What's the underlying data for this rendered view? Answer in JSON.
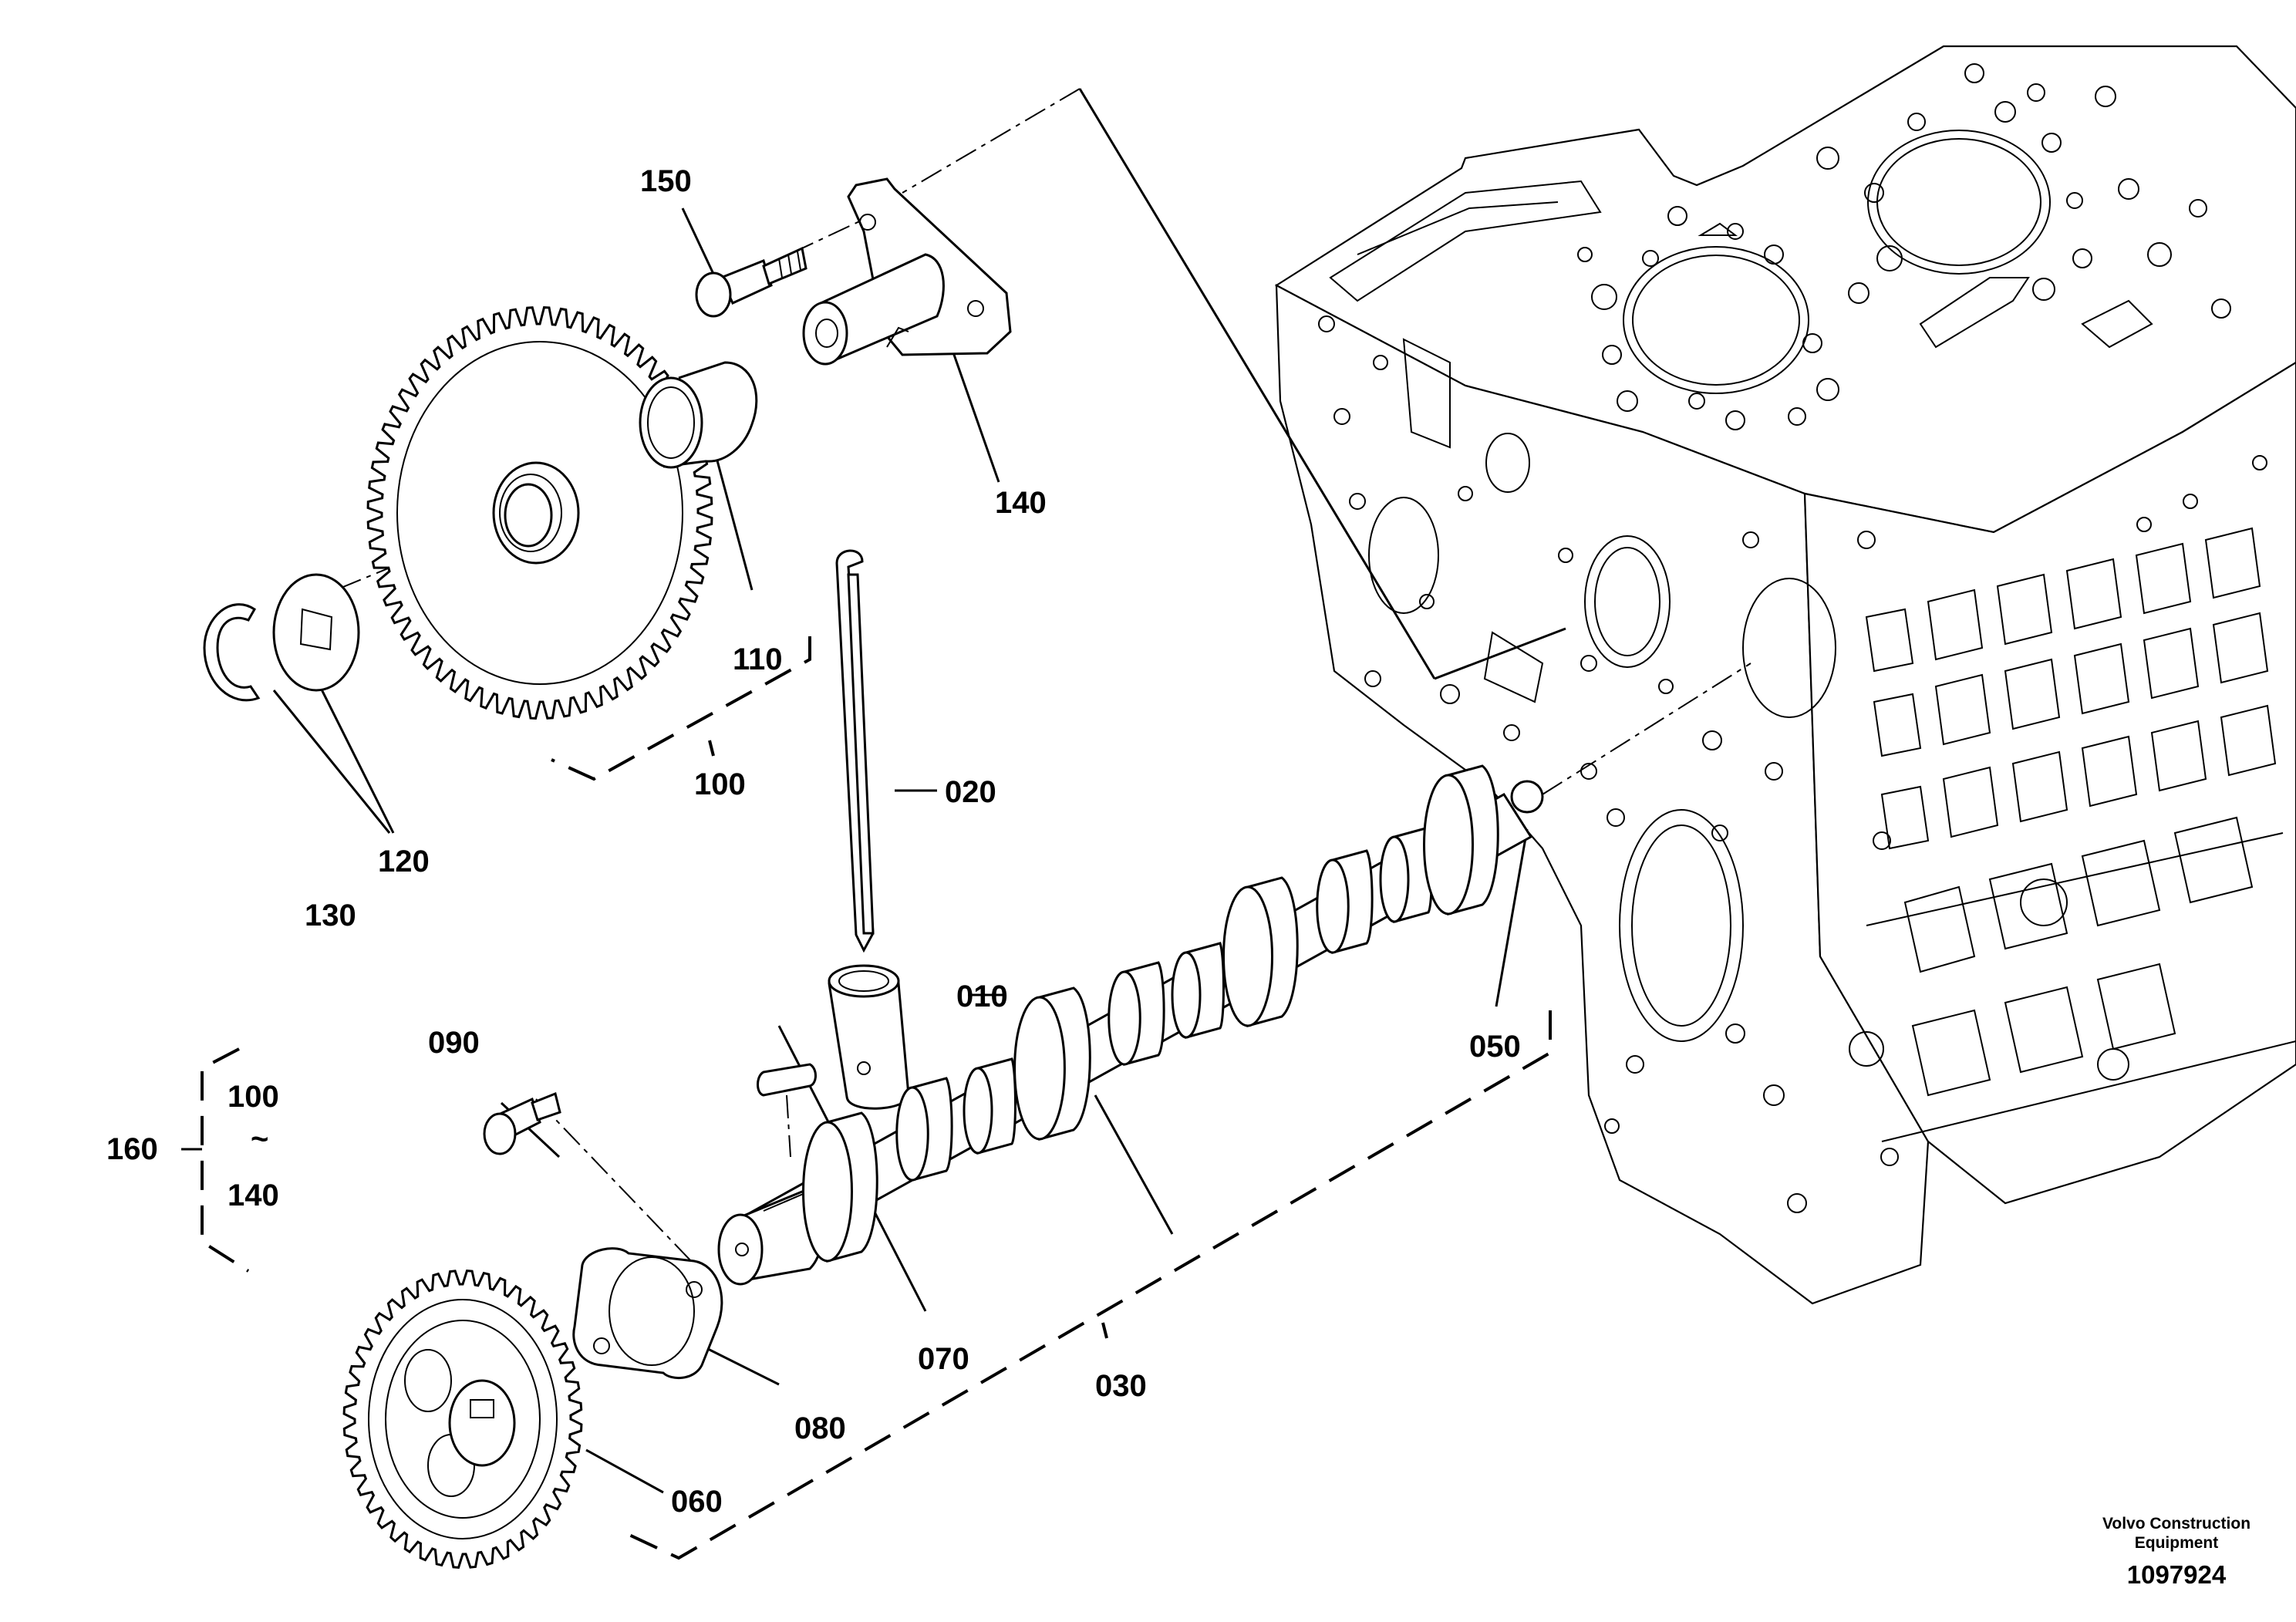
{
  "labels": {
    "p150": "150",
    "p140": "140",
    "p110": "110",
    "p100_top": "100",
    "p120": "120",
    "p130": "130",
    "p020": "020",
    "p010": "010",
    "p050": "050",
    "p090": "090",
    "p070": "070",
    "p030": "030",
    "p080": "080",
    "p060": "060",
    "p160": "160",
    "p160_from": "100",
    "p160_tilde": "~",
    "p160_to": "140"
  },
  "footer": {
    "brand_line1": "Volvo Construction",
    "brand_line2": "Equipment",
    "doc_number": "1097924"
  }
}
